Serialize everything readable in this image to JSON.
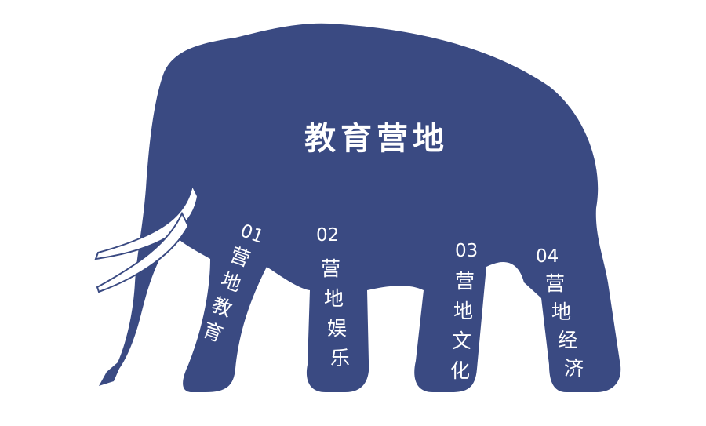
{
  "colors": {
    "body": "#3a4a82",
    "text": "#ffffff",
    "background": "#ffffff"
  },
  "title": "教育营地",
  "legs": [
    {
      "number": "01",
      "label": "营地教育"
    },
    {
      "number": "02",
      "label": "营地娱乐"
    },
    {
      "number": "03",
      "label": "营地文化"
    },
    {
      "number": "04",
      "label": "营地经济"
    }
  ]
}
